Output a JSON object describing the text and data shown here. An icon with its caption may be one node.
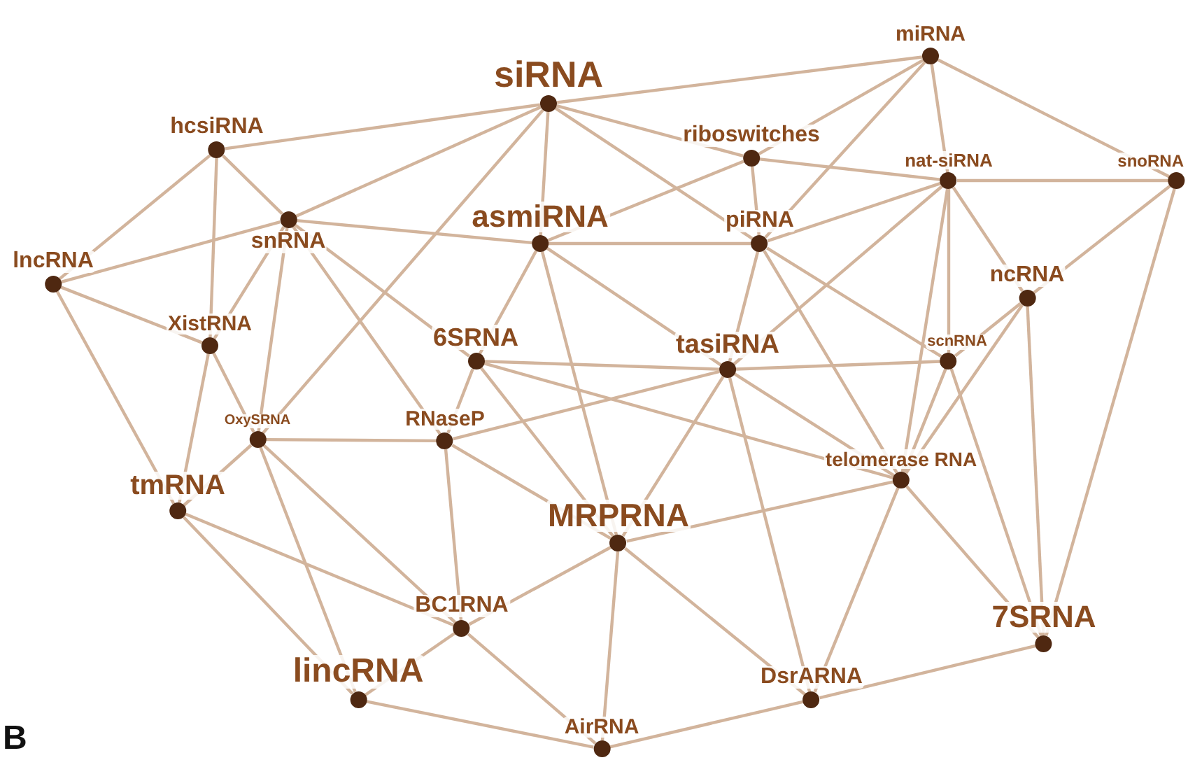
{
  "diagram": {
    "nodes": [
      {
        "text": [
          "siRNA"
        ]
      },
      {
        "text": [
          "miRNA"
        ]
      },
      {
        "text": [
          "hcsiRNA"
        ]
      },
      {
        "text": [
          "riboswitches"
        ]
      },
      {
        "text": [
          "nat-siRNA"
        ]
      },
      {
        "text": [
          "snoRNA"
        ]
      },
      {
        "text": [
          "lncRNA"
        ]
      },
      {
        "text": [
          "snRNA"
        ]
      },
      {
        "text": [
          "asmiRNA"
        ]
      },
      {
        "text": [
          "piRNA"
        ]
      },
      {
        "text": [
          "ncRNA"
        ]
      },
      {
        "text": [
          "XistRNA"
        ]
      },
      {
        "text": [
          "6SRNA"
        ]
      },
      {
        "text": [
          "tasiRNA"
        ]
      },
      {
        "text": [
          "scnRNA"
        ]
      },
      {
        "text": [
          "OxySRNA"
        ]
      },
      {
        "text": [
          "RNaseP"
        ]
      },
      {
        "text": [
          "telomerase RNA"
        ]
      },
      {
        "text": [
          "tmRNA"
        ]
      },
      {
        "text": [
          "MRPRNA"
        ]
      },
      {
        "text": [
          "BC1RNA"
        ]
      },
      {
        "text": [
          "7SRNA"
        ]
      },
      {
        "text": [
          "lincRNA"
        ]
      },
      {
        "text": [
          "DsrARNA"
        ]
      },
      {
        "text": [
          "AirRNA"
        ]
      }
    ],
    "edges": [
      {
        "from": 0,
        "to": 2,
        "arrow": "none"
      },
      {
        "from": 0,
        "to": 1,
        "arrow": "none"
      },
      {
        "from": 0,
        "to": 7,
        "arrow": "none"
      },
      {
        "from": 0,
        "to": 3,
        "arrow": "none"
      },
      {
        "from": 0,
        "to": 9,
        "arrow": "none"
      },
      {
        "from": 0,
        "to": 8,
        "arrow": "none"
      },
      {
        "from": 0,
        "to": 15,
        "arrow": "none"
      },
      {
        "from": 1,
        "to": 3,
        "arrow": "none"
      },
      {
        "from": 1,
        "to": 9,
        "arrow": "none"
      },
      {
        "from": 1,
        "to": 4,
        "arrow": "none"
      },
      {
        "from": 1,
        "to": 5,
        "arrow": "none"
      },
      {
        "from": 2,
        "to": 6,
        "arrow": "none"
      },
      {
        "from": 2,
        "to": 7,
        "arrow": "none"
      },
      {
        "from": 2,
        "to": 11,
        "arrow": "none"
      },
      {
        "from": 3,
        "to": 8,
        "arrow": "none"
      },
      {
        "from": 3,
        "to": 9,
        "arrow": "none"
      },
      {
        "from": 3,
        "to": 4,
        "arrow": "none"
      },
      {
        "from": 4,
        "to": 5,
        "arrow": "none"
      },
      {
        "from": 4,
        "to": 10,
        "arrow": "none"
      },
      {
        "from": 4,
        "to": 14,
        "arrow": "none"
      },
      {
        "from": 4,
        "to": 17,
        "arrow": "none"
      },
      {
        "from": 4,
        "to": 13,
        "arrow": "none"
      },
      {
        "from": 4,
        "to": 9,
        "arrow": "none"
      },
      {
        "from": 5,
        "to": 10,
        "arrow": "none"
      },
      {
        "from": 5,
        "to": 21,
        "arrow": "none"
      },
      {
        "from": 6,
        "to": 7,
        "arrow": "none"
      },
      {
        "from": 6,
        "to": 11,
        "arrow": "none"
      },
      {
        "from": 6,
        "to": 18,
        "arrow": "none"
      },
      {
        "from": 7,
        "to": 8,
        "arrow": "none"
      },
      {
        "from": 7,
        "to": 15,
        "arrow": "none"
      },
      {
        "from": 7,
        "to": 16,
        "arrow": "none"
      },
      {
        "from": 7,
        "to": 12,
        "arrow": "none"
      },
      {
        "from": 7,
        "to": 11,
        "arrow": "none"
      },
      {
        "from": 8,
        "to": 9,
        "arrow": "none"
      },
      {
        "from": 8,
        "to": 12,
        "arrow": "none"
      },
      {
        "from": 8,
        "to": 19,
        "arrow": "none"
      },
      {
        "from": 8,
        "to": 13,
        "arrow": "none"
      },
      {
        "from": 9,
        "to": 13,
        "arrow": "none"
      },
      {
        "from": 9,
        "to": 14,
        "arrow": "none"
      },
      {
        "from": 9,
        "to": 17,
        "arrow": "none"
      },
      {
        "from": 10,
        "to": 14,
        "arrow": "none"
      },
      {
        "from": 10,
        "to": 17,
        "arrow": "none"
      },
      {
        "from": 10,
        "to": 21,
        "arrow": "none"
      },
      {
        "from": 11,
        "to": 18,
        "arrow": "none"
      },
      {
        "from": 11,
        "to": 15,
        "arrow": "none"
      },
      {
        "from": 12,
        "to": 13,
        "arrow": "none"
      },
      {
        "from": 12,
        "to": 16,
        "arrow": "none"
      },
      {
        "from": 12,
        "to": 17,
        "arrow": "none"
      },
      {
        "from": 12,
        "to": 19,
        "arrow": "none"
      },
      {
        "from": 13,
        "to": 14,
        "arrow": "none"
      },
      {
        "from": 13,
        "to": 16,
        "arrow": "none"
      },
      {
        "from": 13,
        "to": 19,
        "arrow": "none"
      },
      {
        "from": 13,
        "to": 17,
        "arrow": "none"
      },
      {
        "from": 13,
        "to": 23,
        "arrow": "none"
      },
      {
        "from": 14,
        "to": 17,
        "arrow": "none"
      },
      {
        "from": 14,
        "to": 21,
        "arrow": "none"
      },
      {
        "from": 15,
        "to": 16,
        "arrow": "none"
      },
      {
        "from": 15,
        "to": 18,
        "arrow": "none"
      },
      {
        "from": 15,
        "to": 20,
        "arrow": "none"
      },
      {
        "from": 15,
        "to": 22,
        "arrow": "none"
      },
      {
        "from": 16,
        "to": 20,
        "arrow": "none"
      },
      {
        "from": 16,
        "to": 19,
        "arrow": "none"
      },
      {
        "from": 17,
        "to": 19,
        "arrow": "none"
      },
      {
        "from": 17,
        "to": 23,
        "arrow": "none"
      },
      {
        "from": 17,
        "to": 21,
        "arrow": "none"
      },
      {
        "from": 18,
        "to": 20,
        "arrow": "none"
      },
      {
        "from": 18,
        "to": 22,
        "arrow": "none"
      },
      {
        "from": 19,
        "to": 20,
        "arrow": "none"
      },
      {
        "from": 19,
        "to": 24,
        "arrow": "none"
      },
      {
        "from": 19,
        "to": 23,
        "arrow": "none"
      },
      {
        "from": 20,
        "to": 22,
        "arrow": "none"
      },
      {
        "from": 20,
        "to": 24,
        "arrow": "none"
      },
      {
        "from": 21,
        "to": 23,
        "arrow": "none"
      },
      {
        "from": 22,
        "to": 24,
        "arrow": "none"
      },
      {
        "from": 23,
        "to": 24,
        "arrow": "none"
      }
    ],
    "labels": [
      "B"
    ]
  }
}
